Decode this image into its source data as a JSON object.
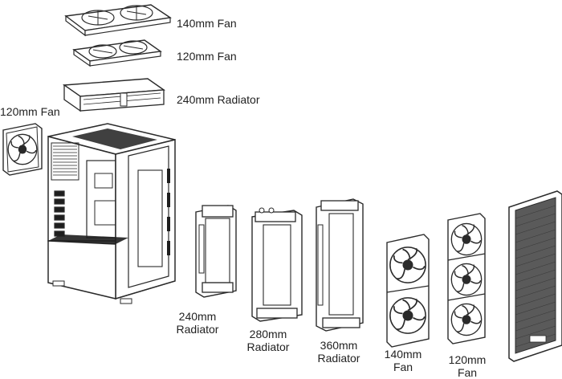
{
  "colors": {
    "stroke": "#2a2a2a",
    "fill": "#ffffff",
    "dark": "#1e1e1e",
    "text": "#222222"
  },
  "labels": {
    "top_fan_140": "140mm Fan",
    "top_fan_120": "120mm Fan",
    "top_radiator_240": "240mm Radiator",
    "rear_fan_120": "120mm Fan",
    "front_radiator_240": [
      "240mm",
      "Radiator"
    ],
    "front_radiator_280": [
      "280mm",
      "Radiator"
    ],
    "front_radiator_360": [
      "360mm",
      "Radiator"
    ],
    "front_fan_140": [
      "140mm",
      "Fan"
    ],
    "front_fan_120": [
      "120mm",
      "Fan"
    ]
  },
  "icons": [
    "fan-icon",
    "radiator-icon",
    "pc-case-icon",
    "mesh-filter-panel-icon"
  ]
}
